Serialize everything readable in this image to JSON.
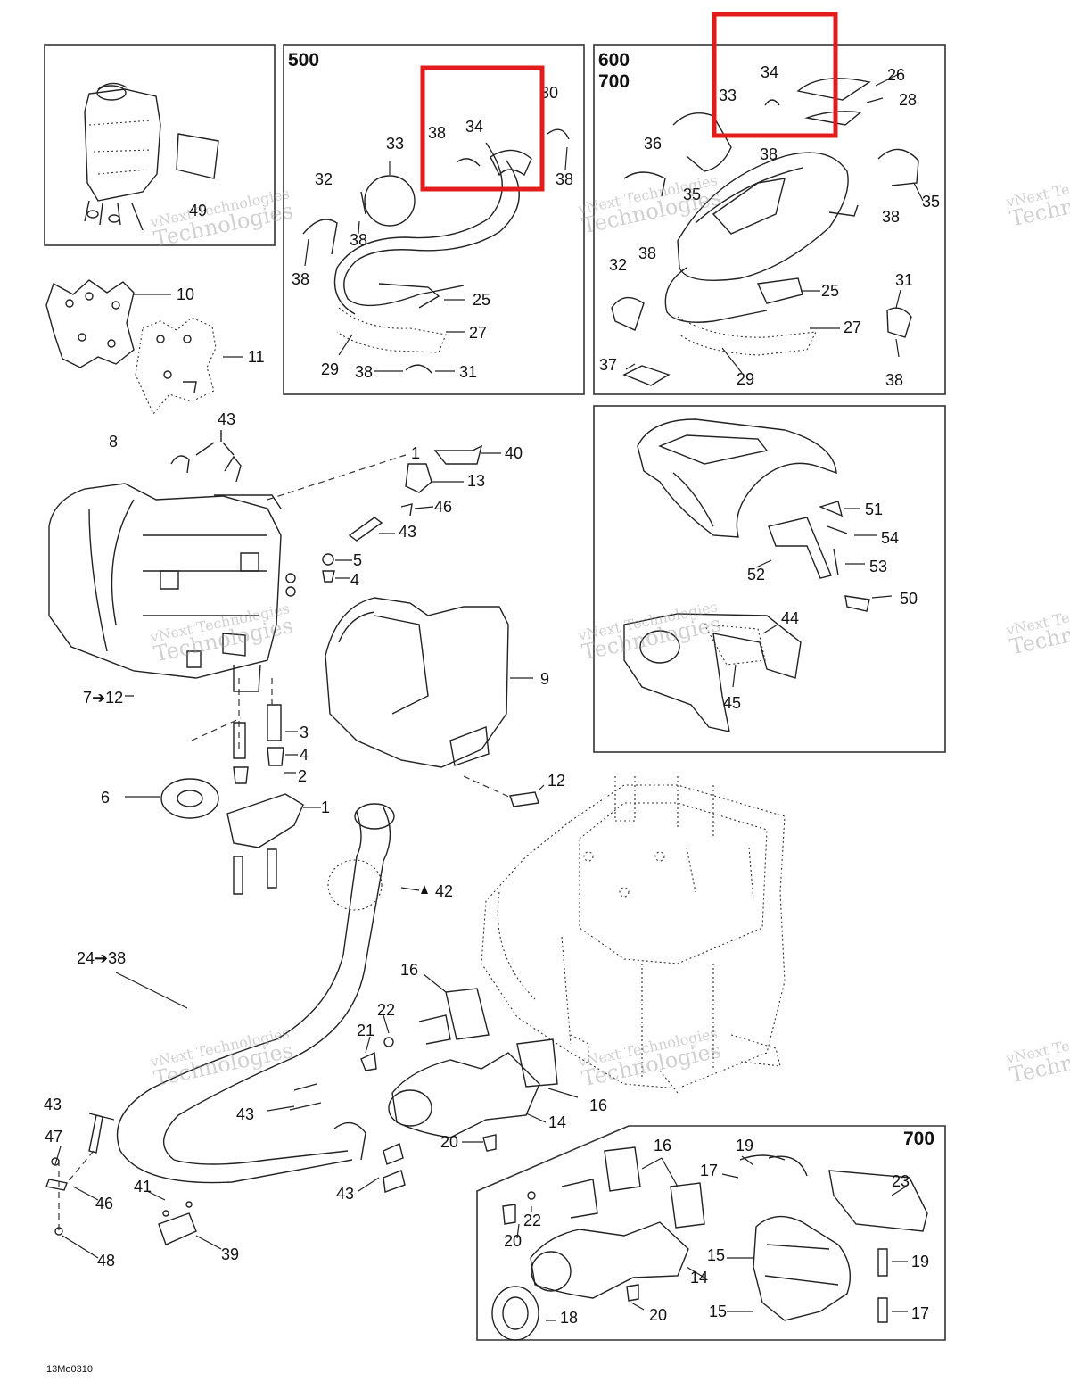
{
  "panels": {
    "p500": {
      "header": "500"
    },
    "p600": {
      "header_line1": "600",
      "header_line2": "700"
    },
    "p700": {
      "header": "700"
    }
  },
  "labels": {
    "l49": "49",
    "l10": "10",
    "l11": "11",
    "a30": "30",
    "a38a": "38",
    "a34": "34",
    "a33": "33",
    "a32": "32",
    "a38b": "38",
    "a38c": "38",
    "a38d": "38",
    "a25": "25",
    "a27": "27",
    "a29": "29",
    "a38e": "38",
    "a31": "31",
    "b34": "34",
    "b26": "26",
    "b28": "28",
    "b33": "33",
    "b36": "36",
    "b38a": "38",
    "b35a": "35",
    "b38b": "38",
    "b35b": "35",
    "b38c": "38",
    "b32": "32",
    "b25": "25",
    "b31": "31",
    "b27": "27",
    "b37": "37",
    "b29": "29",
    "b38d": "38",
    "c51": "51",
    "c54": "54",
    "c52": "52",
    "c53": "53",
    "c50": "50",
    "c44": "44",
    "c45": "45",
    "m43a": "43",
    "m8": "8",
    "m1a": "1",
    "m40": "40",
    "m13": "13",
    "m46a": "46",
    "m43b": "43",
    "m5a": "5",
    "m4a": "4",
    "m7to12": "7➔12",
    "m9": "9",
    "m3": "3",
    "m4b": "4",
    "m2": "2",
    "m6": "6",
    "m1b": "1",
    "m12": "12",
    "m42": "42",
    "m24to38": "24➔38",
    "m16a": "16",
    "m22a": "22",
    "m21": "21",
    "m16b": "16",
    "m43c": "43",
    "m14a": "14",
    "m20a": "20",
    "m43d": "43",
    "m43e": "43",
    "m47": "47",
    "m46b": "46",
    "m48": "48",
    "m41": "41",
    "m39": "39",
    "d16": "16",
    "d19a": "19",
    "d17a": "17",
    "d23": "23",
    "d22": "22",
    "d20a": "20",
    "d15a": "15",
    "d14": "14",
    "d19b": "19",
    "d18": "18",
    "d20b": "20",
    "d15b": "15",
    "d17b": "17"
  },
  "watermark": {
    "line1": "vNext Technologies",
    "line2": "Technologies"
  },
  "footer": {
    "code": "13Mo0310"
  },
  "highlight_color": "#e31b1b"
}
